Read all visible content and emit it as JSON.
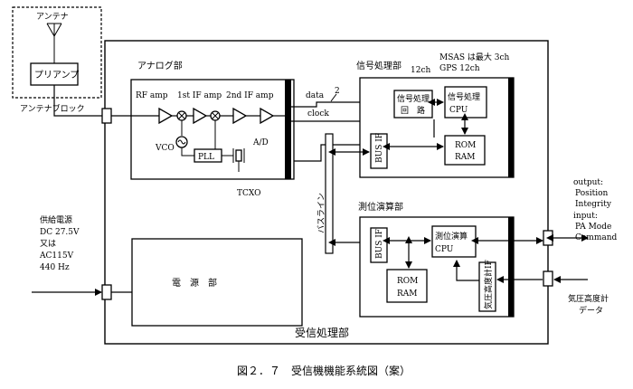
{
  "labels": {
    "antenna": "アンテナ",
    "preamp": "プリアンプ",
    "antenna_block": "アンテナブロック",
    "analog": "アナログ部",
    "rf_amp": "RF amp",
    "if1_amp": "1st IF amp",
    "if2_amp": "2nd IF amp",
    "vco": "VCO",
    "pll": "PLL",
    "ad": "A/D",
    "tcxo": "TCXO",
    "data": "data",
    "data_width": "2",
    "clock": "clock",
    "signal_unit": "信号処理部",
    "signal_ch": "12ch",
    "msas": "MSAS は最大 3ch",
    "gps": "GPS 12ch",
    "sig_circuit_1": "信号処理",
    "sig_circuit_2": "回　路",
    "sig_cpu_1": "信号処理",
    "sig_cpu_2": "CPU",
    "rom": "ROM",
    "ram": "RAM",
    "bus_if": "BUS IF",
    "bus_line": "バスライン",
    "pos_unit": "測位演算部",
    "pos_cpu_1": "測位演算",
    "pos_cpu_2": "CPU",
    "pos_rom": "ROM",
    "pos_ram": "RAM",
    "pos_bus_if": "BUS IF",
    "baro_if": "気圧高度計IF",
    "power_unit": "電　源　部",
    "receiver_unit": "受信処理部",
    "power_supply": [
      "供給電源",
      "DC 27.5V",
      "又は",
      "AC115V",
      "440 Hz"
    ],
    "output_label": [
      "output:",
      "Position",
      "Integrity",
      "input:",
      "PA Mode",
      "Command"
    ],
    "baro_input": [
      "気圧高度計",
      "データ"
    ],
    "caption": "図２．７　受信機機能系統図（案）"
  }
}
